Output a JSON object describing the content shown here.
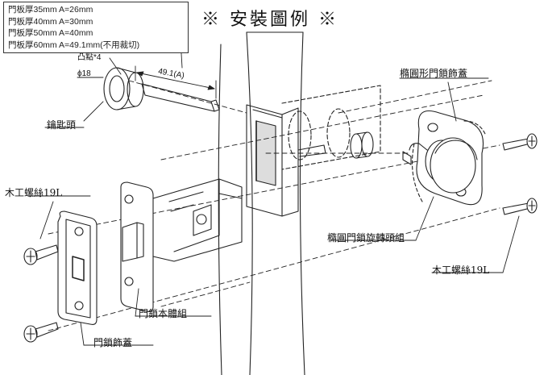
{
  "title": "※ 安裝圖例 ※",
  "spec_table": [
    "門板厚35mm A=26mm",
    "門板厚40mm A=30mm",
    "門板厚50mm A=40mm",
    "門板厚60mm A=49.1mm(不用裁切)"
  ],
  "labels": {
    "boss": "凸點*4",
    "diameter": "ϕ18",
    "dimension": "49.1(A)",
    "key_cylinder": "鑰匙頭",
    "oval_cover": "橢圓形門鎖飾蓋",
    "screw_left": "木工螺絲19L",
    "screw_right": "木工螺絲19L",
    "turn_knob": "橢圓門鎖旋轉頭組",
    "lock_body": "門鎖本體組",
    "strike_cover": "門鎖飾蓋"
  }
}
